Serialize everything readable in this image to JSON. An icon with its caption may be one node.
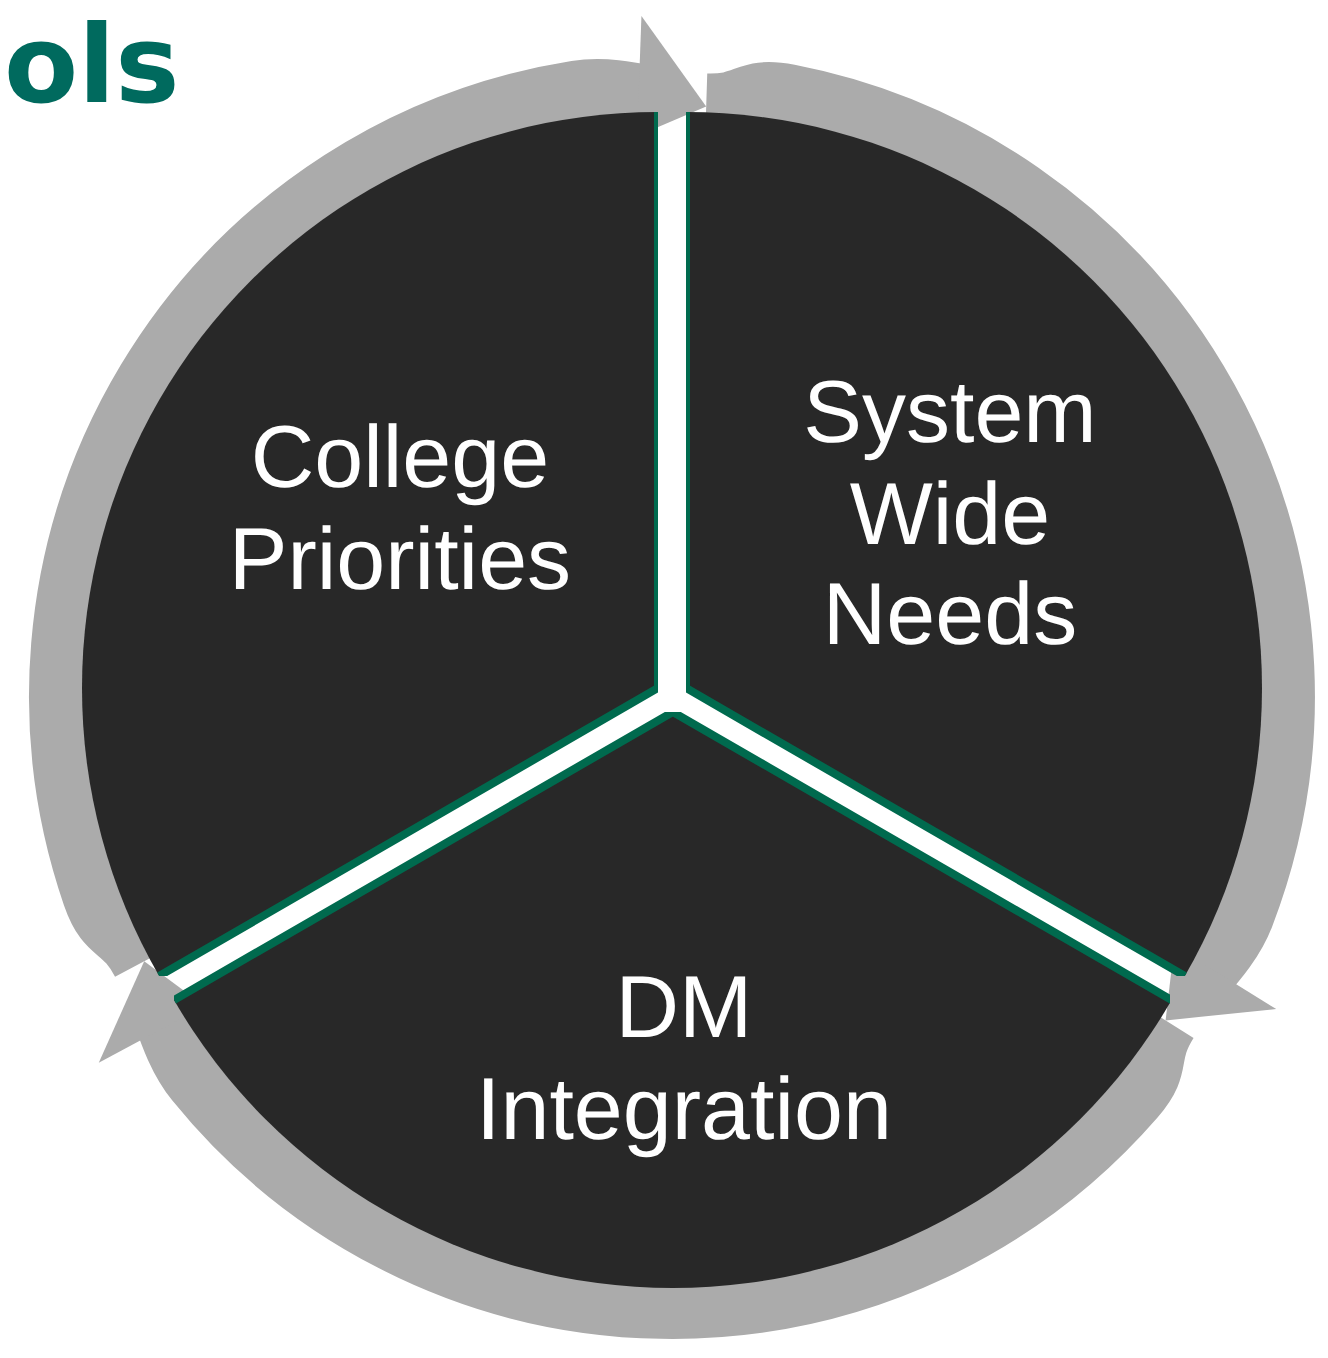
{
  "diagram": {
    "title": "ols",
    "nodes": [
      {
        "text": [
          "College Priorities"
        ]
      },
      {
        "text": [
          "System Wide Needs"
        ]
      },
      {
        "text": [
          "DM Integration"
        ]
      }
    ],
    "edges": [
      {
        "from": 0,
        "to": 1,
        "arrow": "to"
      },
      {
        "from": 1,
        "to": 2,
        "arrow": "to"
      },
      {
        "from": 2,
        "to": 0,
        "arrow": "to"
      }
    ]
  }
}
